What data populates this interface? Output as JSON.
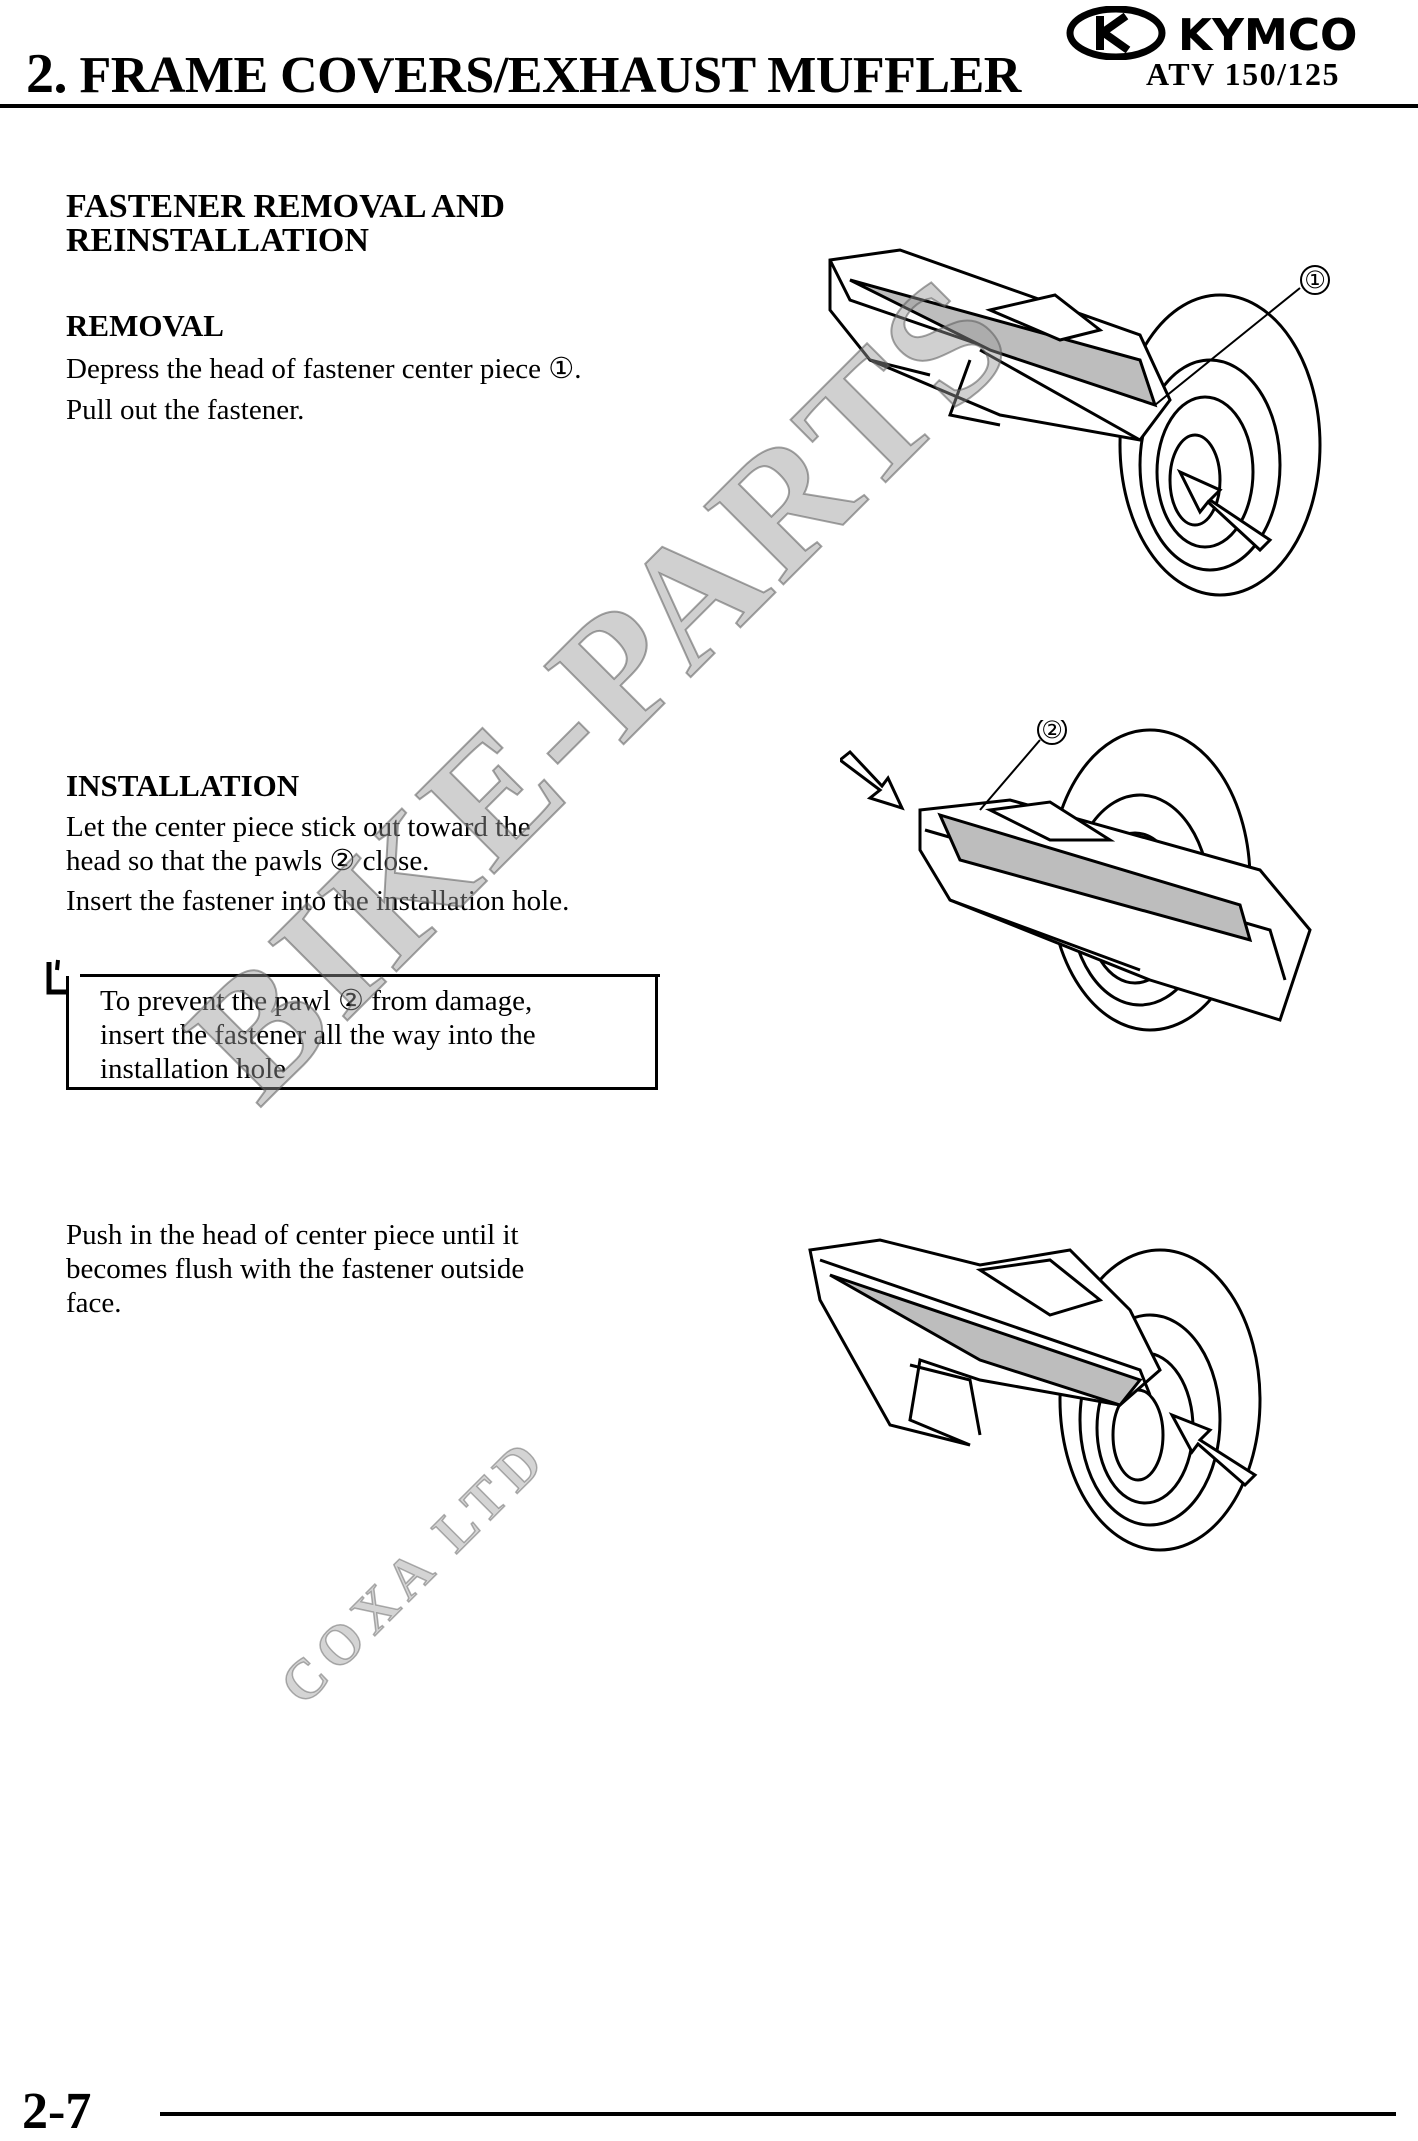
{
  "header": {
    "chapter_number": "2.",
    "chapter_title": "FRAME COVERS/EXHAUST MUFFLER",
    "brand": "KYMCO",
    "model": "ATV 150/125"
  },
  "section": {
    "title_line1": "FASTENER REMOVAL AND",
    "title_line2": "REINSTALLATION"
  },
  "removal": {
    "heading": "REMOVAL",
    "step1": "Depress the head of fastener center piece ①.",
    "step2": "Pull out the fastener."
  },
  "installation": {
    "heading": "INSTALLATION",
    "step1_line1": "Let the center piece stick out toward the",
    "step1_line2": "head so that the pawls ② close.",
    "step2": "Insert the fastener into the installation hole."
  },
  "caution": {
    "icon": "caution-icon",
    "line1": "To prevent the pawl ② from damage,",
    "line2": "insert the fastener all the way into the",
    "line3": "installation hole"
  },
  "push": {
    "line1": "Push in the head of center piece until it",
    "line2": "becomes flush with the fastener outside",
    "line3": "face."
  },
  "figures": {
    "callout_1": "①",
    "callout_2": "②"
  },
  "watermark": {
    "main": "BIKE-PARTS",
    "sub": "COXA LTD"
  },
  "footer": {
    "page_number": "2-7"
  }
}
